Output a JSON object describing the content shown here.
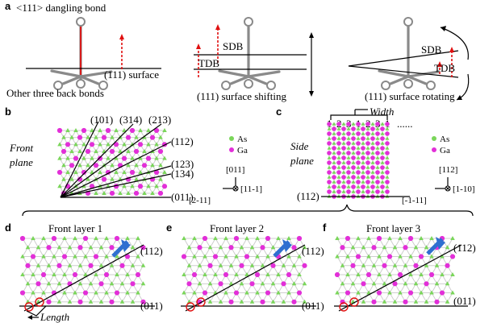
{
  "panels": {
    "a": {
      "letter": "a",
      "dangling": "<111> dangling bond",
      "surface1": "(111) surface",
      "backbonds": "Other three back bonds",
      "sdb": "SDB",
      "tdb": "TDB",
      "shifting": "(111) surface shifting",
      "rotating": "(111) surface rotating"
    },
    "b": {
      "letter": "b",
      "front": "Front",
      "plane": "plane",
      "m101": "(101)",
      "m314": "(314)",
      "m213": "(213)",
      "m112": "(112)",
      "m123": "(123)",
      "m134": "(134)",
      "m011": "(011)",
      "ax_up": "[011]",
      "ax_left": "[2-11]",
      "ax_in": "[11-1]"
    },
    "c": {
      "letter": "c",
      "width": "Width",
      "nums": [
        "1",
        "2",
        "3",
        "1",
        "2",
        "3",
        "1"
      ],
      "dots": "......",
      "side": "Side",
      "plane": "plane",
      "m112": "(112)",
      "ax_up": "[112]",
      "ax_left": "[-1-11]",
      "ax_in": "[1-10]"
    },
    "legend": {
      "as": "As",
      "ga": "Ga"
    },
    "d": {
      "letter": "d",
      "title": "Front layer 1",
      "m112": "(112)",
      "m011": "(011)",
      "length": "Length"
    },
    "e": {
      "letter": "e",
      "title": "Front layer 2",
      "m112": "(112)",
      "m011": "(011)"
    },
    "f": {
      "letter": "f",
      "title": "Front layer 3",
      "m112": "(112)",
      "m011": "(011)"
    },
    "colors": {
      "ga": "#e22fd8",
      "as": "#7ad65a",
      "dangling": "#e01010",
      "arrow": "#2f6fd0"
    }
  }
}
